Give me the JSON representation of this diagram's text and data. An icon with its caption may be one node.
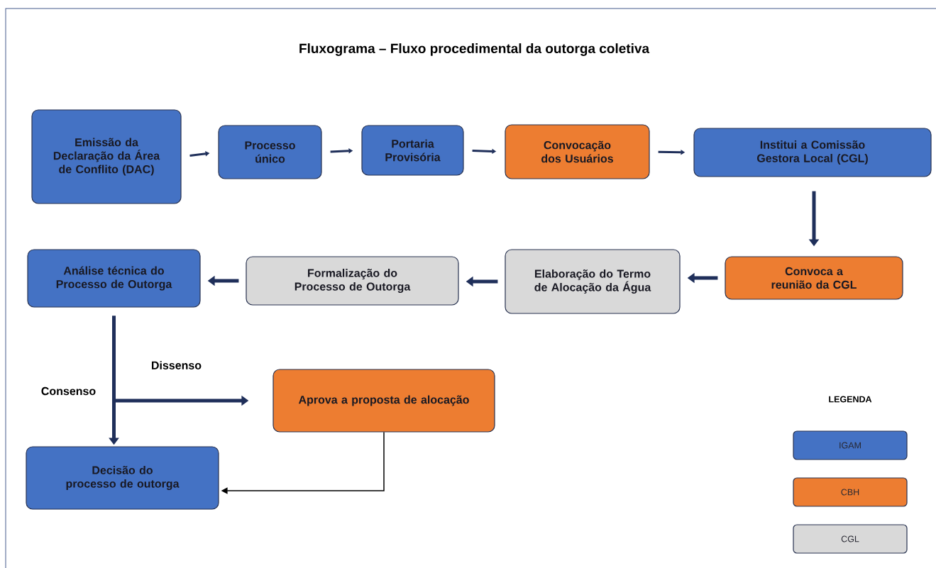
{
  "diagram": {
    "title": "Fluxograma – Fluxo procedimental da outorga coletiva",
    "nodes": [
      {
        "text": [
          "Emissão da Declaração da Área de Conflito (DAC)"
        ]
      },
      {
        "text": [
          "Processo único"
        ]
      },
      {
        "text": [
          "Portaria Provisória"
        ]
      },
      {
        "text": [
          "Convocação dos Usuários"
        ]
      },
      {
        "text": [
          "Institui a Comissão Gestora Local (CGL)"
        ]
      },
      {
        "text": [
          "Convoca a reunião da CGL"
        ]
      },
      {
        "text": [
          "Elaboração do Termo de Alocação da Água"
        ]
      },
      {
        "text": [
          "Formalização do Processo de Outorga"
        ]
      },
      {
        "text": [
          "Análise técnica do Processo de Outorga"
        ]
      },
      {
        "text": [
          "Aprova a proposta de alocação"
        ]
      },
      {
        "text": [
          "Decisão do processo de outorga"
        ]
      }
    ],
    "edges": [
      {
        "from": 0,
        "to": 1,
        "arrow": "to"
      },
      {
        "from": 1,
        "to": 2,
        "arrow": "to"
      },
      {
        "from": 2,
        "to": 3,
        "arrow": "to"
      },
      {
        "from": 3,
        "to": 4,
        "arrow": "to"
      },
      {
        "from": 4,
        "to": 5,
        "arrow": "to"
      },
      {
        "from": 5,
        "to": 6,
        "arrow": "to"
      },
      {
        "from": 6,
        "to": 7,
        "arrow": "to"
      },
      {
        "from": 7,
        "to": 8,
        "arrow": "to"
      },
      {
        "from": 8,
        "to": 10,
        "arrow": "to",
        "label": "Consenso"
      },
      {
        "from": 8,
        "to": 9,
        "arrow": "to",
        "label": "Dissenso"
      },
      {
        "from": 9,
        "to": 10,
        "arrow": "to",
        "color": "#000000"
      }
    ],
    "labels": [
      "LEGENDA"
    ],
    "legend": [
      {
        "text": "IGAM",
        "color": "#4472c4"
      },
      {
        "text": "CBH",
        "color": "#ed7d31"
      },
      {
        "text": "CGL",
        "color": "#d9d9d9"
      }
    ]
  }
}
